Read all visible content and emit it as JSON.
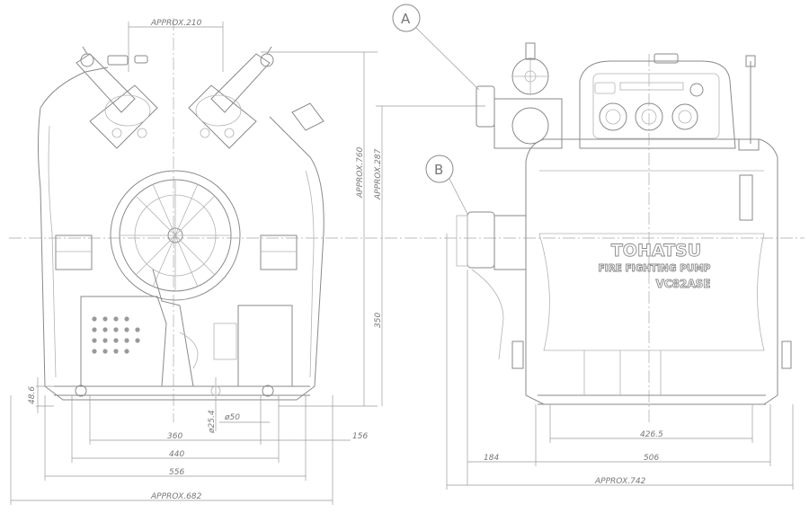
{
  "callouts": {
    "a": "A",
    "b": "B"
  },
  "pump_label": {
    "brand": "TOHATSU",
    "type": "FIRE FIGHTING PUMP",
    "model": "VC82ASE"
  },
  "front_view": {
    "top_width": "APPROX.210",
    "height": "APPROX.760",
    "height_mid": "APPROX.287",
    "center_height": "350",
    "base_height": "48.6",
    "foot_dia": "ø25.4",
    "foot_width": "ø50",
    "w360": "360",
    "w440": "440",
    "w556": "556",
    "overall_width": "APPROX.682",
    "offset": "156"
  },
  "side_view": {
    "d426": "426.5",
    "d184": "184",
    "d506": "506",
    "overall_length": "APPROX.742"
  }
}
